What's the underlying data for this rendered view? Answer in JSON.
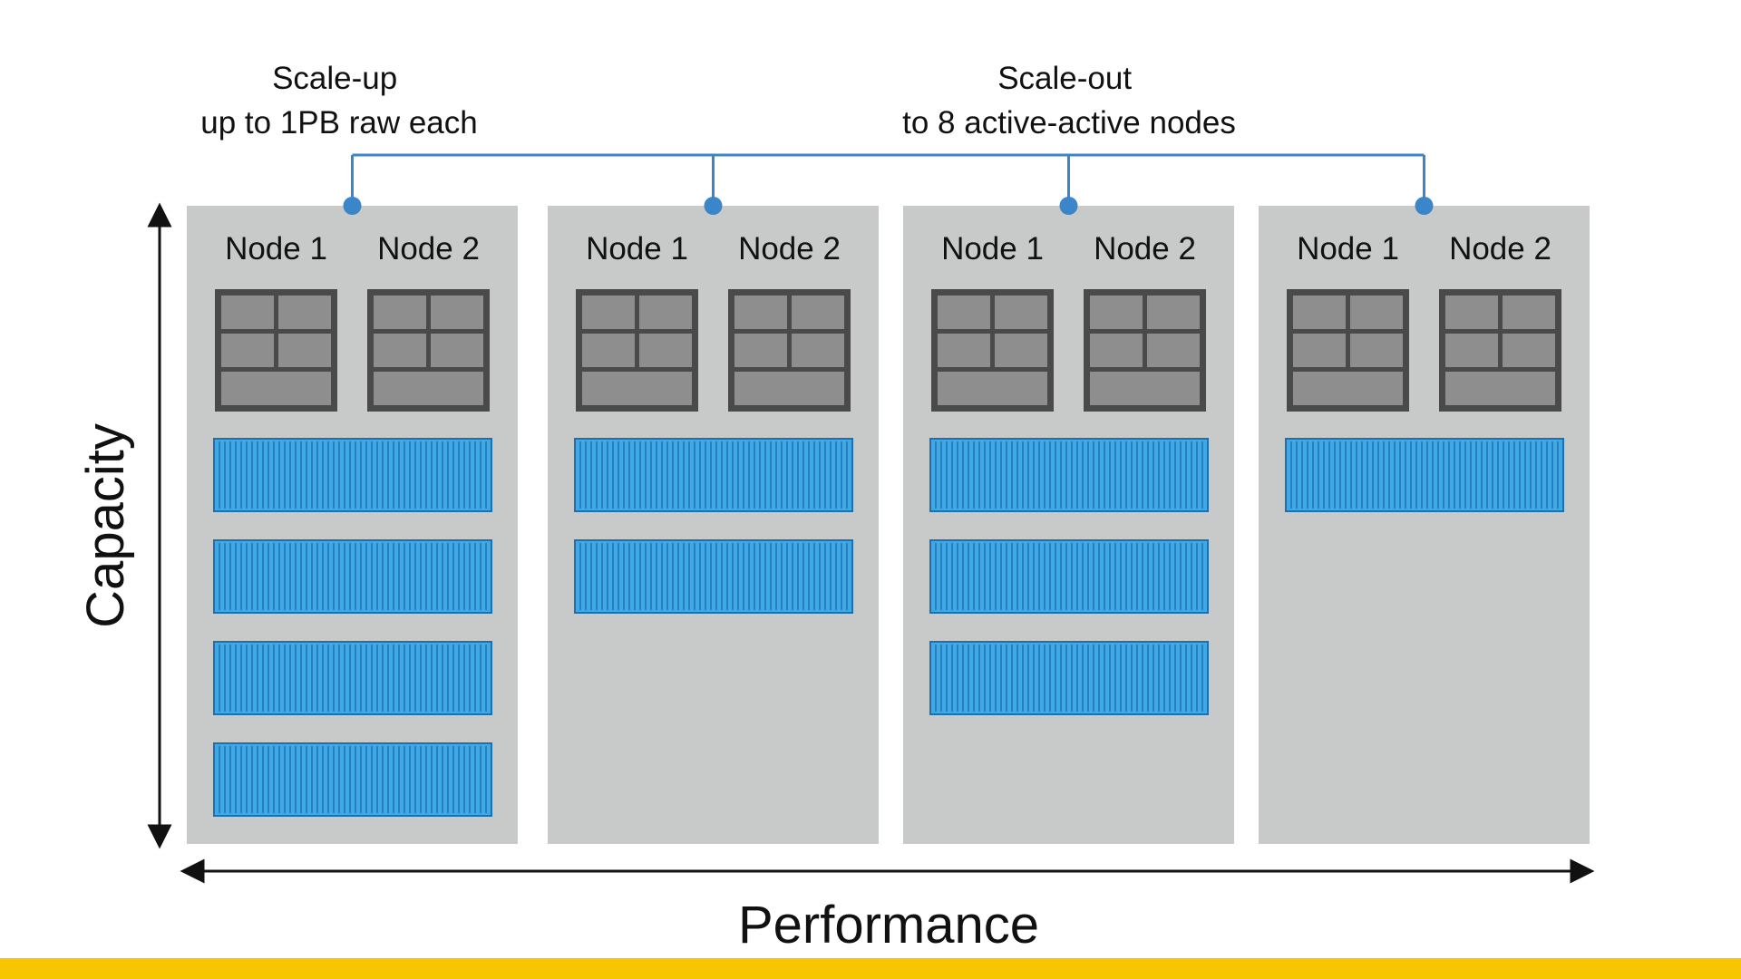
{
  "labels": {
    "scale_up": [
      "Scale-up",
      "up to 1PB raw each"
    ],
    "scale_out": [
      "Scale-out",
      "to 8 active-active nodes"
    ],
    "y_axis": "Capacity",
    "x_axis": "Performance"
  },
  "clusters": [
    {
      "nodes": [
        "Node 1",
        "Node 2"
      ],
      "expansion_shelves": 4
    },
    {
      "nodes": [
        "Node 1",
        "Node 2"
      ],
      "expansion_shelves": 2
    },
    {
      "nodes": [
        "Node 1",
        "Node 2"
      ],
      "expansion_shelves": 3
    },
    {
      "nodes": [
        "Node 1",
        "Node 2"
      ],
      "expansion_shelves": 1
    }
  ],
  "colors": {
    "panel": "#c8c9c9",
    "node_frame": "#4a4a4a",
    "node_cell": "#8e8e8e",
    "shelf_fill": "#3fa9e6",
    "shelf_stripe": "#1d6fae",
    "connector": "#3a86c8",
    "axis": "#111111",
    "bottom_bar": "#f7c600"
  }
}
